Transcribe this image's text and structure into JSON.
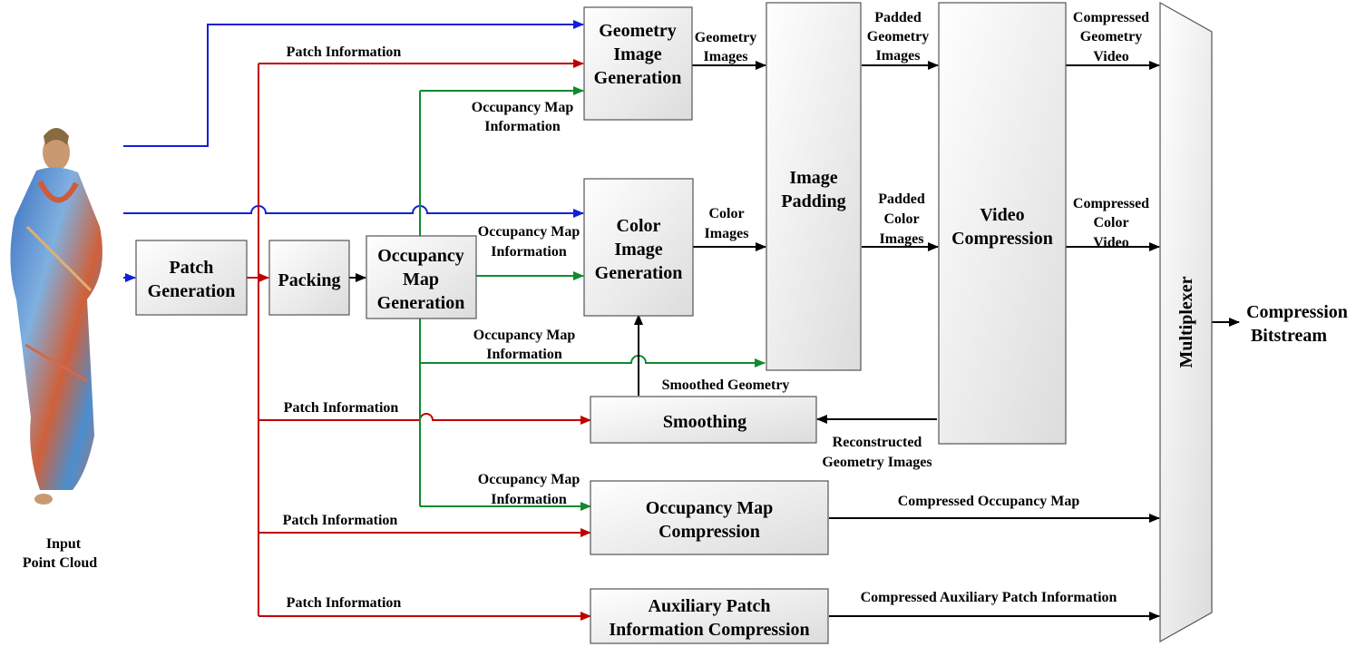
{
  "diagram": {
    "input": {
      "line1": "Input",
      "line2": "Point Cloud"
    },
    "blocks": {
      "patch_generation": [
        "Patch",
        "Generation"
      ],
      "packing": [
        "Packing"
      ],
      "occupancy_map_generation": [
        "Occupancy",
        "Map",
        "Generation"
      ],
      "geometry_image_generation": [
        "Geometry",
        "Image",
        "Generation"
      ],
      "color_image_generation": [
        "Color",
        "Image",
        "Generation"
      ],
      "image_padding": [
        "Image",
        "Padding"
      ],
      "video_compression": [
        "Video",
        "Compression"
      ],
      "smoothing": [
        "Smoothing"
      ],
      "occupancy_map_compression": [
        "Occupancy Map",
        "Compression"
      ],
      "aux_patch_compression": [
        "Auxiliary Patch",
        "Information Compression"
      ],
      "multiplexer": "Multiplexer"
    },
    "labels": {
      "patch_info": "Patch Information",
      "occ_info_1": "Occupancy Map",
      "occ_info_2": "Information",
      "geometry_images": [
        "Geometry",
        "Images"
      ],
      "color_images": [
        "Color",
        "Images"
      ],
      "padded_geometry": [
        "Padded",
        "Geometry",
        "Images"
      ],
      "padded_color": [
        "Padded",
        "Color",
        "Images"
      ],
      "compressed_geometry": [
        "Compressed",
        "Geometry",
        "Video"
      ],
      "compressed_color": [
        "Compressed",
        "Color",
        "Video"
      ],
      "smoothed_geometry": "Smoothed Geometry",
      "reconstructed_geometry": [
        "Reconstructed",
        "Geometry Images"
      ],
      "compressed_occupancy": "Compressed Occupancy Map",
      "compressed_aux": "Compressed Auxiliary Patch Information",
      "output": [
        "Compression",
        "Bitstream"
      ]
    },
    "colors": {
      "blue": "#1020d8",
      "red": "#c00000",
      "green": "#108a30"
    }
  }
}
